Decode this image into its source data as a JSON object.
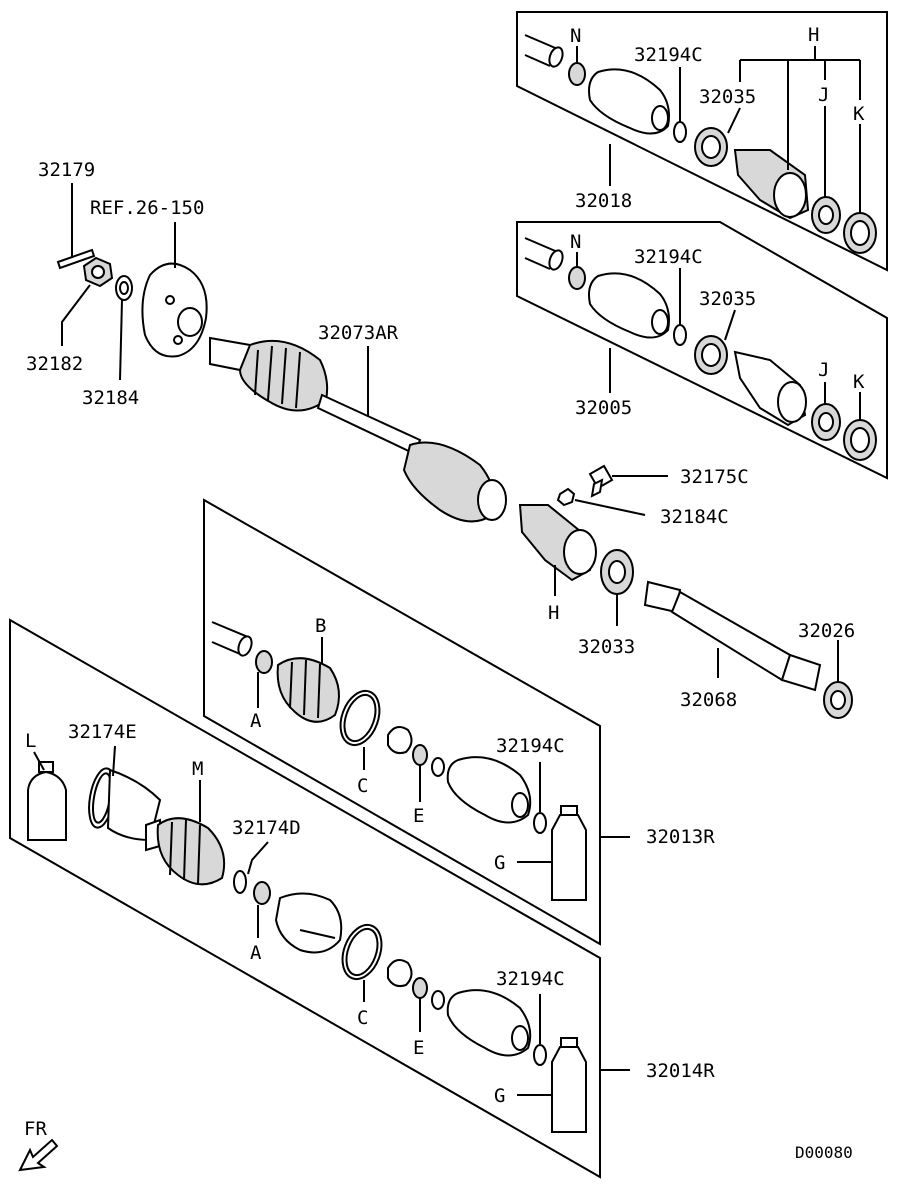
{
  "labels": {
    "p32179": "32179",
    "ref": "REF.26-150",
    "p32182": "32182",
    "p32184": "32184",
    "p32073AR": "32073AR",
    "p32175C": "32175C",
    "p32184C": "32184C",
    "H_main": "H",
    "p32033": "32033",
    "p32026": "32026",
    "p32068": "32068",
    "box1_N": "N",
    "box1_32194C": "32194C",
    "box1_H": "H",
    "box1_32035": "32035",
    "box1_J": "J",
    "box1_K": "K",
    "box1_32018": "32018",
    "box2_N": "N",
    "box2_32194C": "32194C",
    "box2_32035": "32035",
    "box2_J": "J",
    "box2_K": "K",
    "box2_32005": "32005",
    "box3_B": "B",
    "box3_A": "A",
    "box3_C": "C",
    "box3_E": "E",
    "box3_32194C": "32194C",
    "box3_G": "G",
    "p32013R": "32013R",
    "box4_L": "L",
    "box4_32174E": "32174E",
    "box4_M": "M",
    "box4_32174D": "32174D",
    "box4_A": "A",
    "box4_C": "C",
    "box4_E": "E",
    "box4_32194C": "32194C",
    "box4_G": "G",
    "p32014R": "32014R",
    "fr": "FR",
    "code": "D00080"
  }
}
